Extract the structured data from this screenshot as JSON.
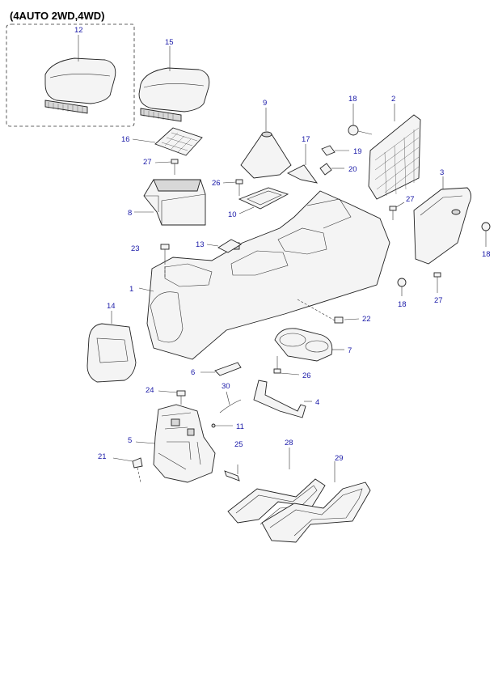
{
  "diagram": {
    "variant_label": "(4AUTO 2WD,4WD)",
    "callouts": {
      "c1": "1",
      "c2": "2",
      "c3": "3",
      "c4": "4",
      "c5": "5",
      "c6": "6",
      "c7": "7",
      "c8": "8",
      "c9": "9",
      "c10": "10",
      "c11": "11",
      "c12": "12",
      "c13": "13",
      "c14": "14",
      "c15": "15",
      "c16": "16",
      "c17": "17",
      "c18a": "18",
      "c18b": "18",
      "c18c": "18",
      "c19": "19",
      "c20": "20",
      "c21": "21",
      "c22": "22",
      "c23": "23",
      "c24": "24",
      "c25": "25",
      "c26a": "26",
      "c26b": "26",
      "c27a": "27",
      "c27b": "27",
      "c27c": "27",
      "c28": "28",
      "c29": "29",
      "c30": "30"
    }
  },
  "colors": {
    "callout": "#1a1aa8",
    "line": "#222222",
    "fill": "#f4f4f4"
  }
}
